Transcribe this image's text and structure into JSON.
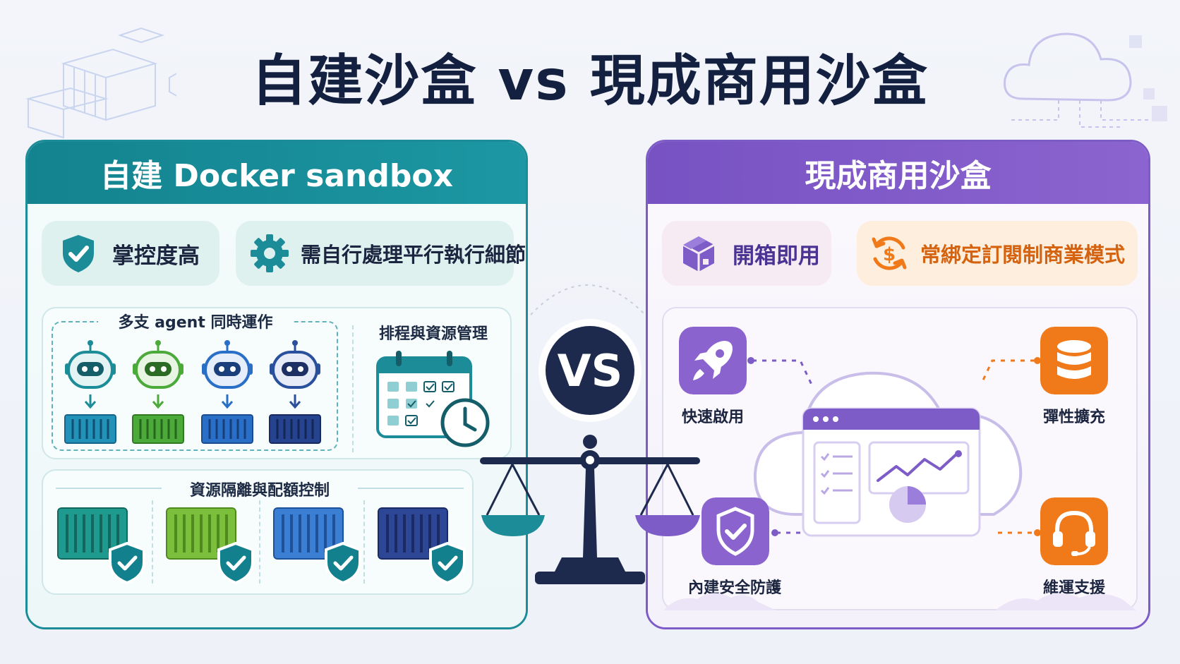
{
  "title": "自建沙盒 vs 現成商用沙盒",
  "vs_label": "VS",
  "left_panel": {
    "header": "自建 Docker sandbox",
    "pill_control": "掌控度高",
    "pill_parallel": "需自行處理平行執行細節",
    "agents_caption": "多支 agent 同時運作",
    "schedule_caption": "排程與資源管理",
    "isolation_caption": "資源隔離與配額控制"
  },
  "right_panel": {
    "header": "現成商用沙盒",
    "pill_ready": "開箱即用",
    "pill_lockin": "常綁定訂閱制商業模式",
    "features": {
      "quick_start": "快速啟用",
      "elastic": "彈性擴充",
      "security": "內建安全防護",
      "support": "維運支援"
    }
  },
  "colors": {
    "teal": "#1b8c98",
    "purple": "#7d5cc8",
    "orange": "#f07a1a",
    "navy": "#1d2a4d",
    "green": "#4caa3a",
    "blue": "#2a6fc7"
  },
  "icons": [
    "shield-check-icon",
    "gear-icon",
    "robot-icon",
    "container-icon",
    "calendar-icon",
    "clock-icon",
    "box-icon",
    "dollar-cycle-icon",
    "rocket-icon",
    "database-icon",
    "shield-icon",
    "headset-icon",
    "cloud-icon",
    "dashboard-window-icon",
    "scale-icon"
  ]
}
